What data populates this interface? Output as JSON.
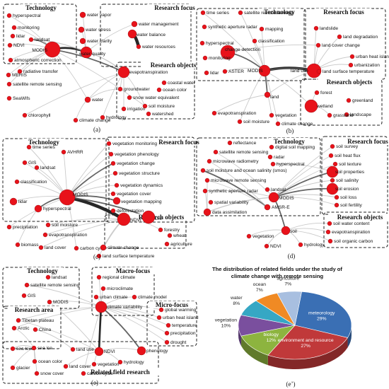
{
  "panels": [
    {
      "id": "a",
      "caption": "(a)",
      "boxes": [
        {
          "title": "Technology"
        },
        {
          "title": "Research focus"
        },
        {
          "title": "Research objects"
        }
      ],
      "nodes": [
        {
          "label": "hyperspectral"
        },
        {
          "label": "monitoring"
        },
        {
          "label": "lidar"
        },
        {
          "label": "landsat"
        },
        {
          "label": "NDVI"
        },
        {
          "label": "MODIS"
        },
        {
          "label": "atmospheric correction"
        },
        {
          "label": "MERIS"
        },
        {
          "label": "radiative transfer"
        },
        {
          "label": "satellite remote sensing"
        },
        {
          "label": "SeaWifs"
        },
        {
          "label": "water vapor"
        },
        {
          "label": "water stress"
        },
        {
          "label": "water clarity"
        },
        {
          "label": "water management"
        },
        {
          "label": "water balance"
        },
        {
          "label": "water quality"
        },
        {
          "label": "water resources"
        },
        {
          "label": "evapotranspiration"
        },
        {
          "label": "coastal water"
        },
        {
          "label": "groundwater"
        },
        {
          "label": "ocean color"
        },
        {
          "label": "snow water equivalent"
        },
        {
          "label": "irrigation"
        },
        {
          "label": "soil moisture"
        },
        {
          "label": "watershed"
        },
        {
          "label": "water"
        },
        {
          "label": "chlorophyll"
        },
        {
          "label": "climate change"
        },
        {
          "label": "hydrology"
        }
      ]
    },
    {
      "id": "b",
      "caption": "(b)",
      "boxes": [
        {
          "title": "Technology"
        },
        {
          "title": "Research focus"
        },
        {
          "title": "Research objects"
        }
      ],
      "nodes": [
        {
          "label": "time series"
        },
        {
          "label": "satellite remote sensing"
        },
        {
          "label": "synthetic aperture radar"
        },
        {
          "label": "mapping"
        },
        {
          "label": "hyperspectral"
        },
        {
          "label": "classification"
        },
        {
          "label": "change detection"
        },
        {
          "label": "monitoring"
        },
        {
          "label": "lidar"
        },
        {
          "label": "ASTER"
        },
        {
          "label": "MODIS"
        },
        {
          "label": "landslide"
        },
        {
          "label": "land degradation"
        },
        {
          "label": "land cover change"
        },
        {
          "label": "land use"
        },
        {
          "label": "urban heat island"
        },
        {
          "label": "urbanization"
        },
        {
          "label": "land surface temperature"
        },
        {
          "label": "land"
        },
        {
          "label": "forest"
        },
        {
          "label": "greenland"
        },
        {
          "label": "wetland"
        },
        {
          "label": "landscape"
        },
        {
          "label": "grassland"
        },
        {
          "label": "evapotranspiration"
        },
        {
          "label": "vegetation"
        },
        {
          "label": "soil moisture"
        },
        {
          "label": "climate change"
        }
      ]
    },
    {
      "id": "c",
      "caption": "(c)",
      "boxes": [
        {
          "title": "Technology"
        },
        {
          "title": "Research focus"
        },
        {
          "title": "Research objects"
        }
      ],
      "nodes": [
        {
          "label": "time series"
        },
        {
          "label": "AVHRR"
        },
        {
          "label": "GIS"
        },
        {
          "label": "landsat"
        },
        {
          "label": "classification"
        },
        {
          "label": "MODIS"
        },
        {
          "label": "lidar"
        },
        {
          "label": "hyperspectral"
        },
        {
          "label": "vegetation monitoring"
        },
        {
          "label": "vegetation phenology"
        },
        {
          "label": "vegetation change"
        },
        {
          "label": "vegetation structure"
        },
        {
          "label": "vegetation dynamics"
        },
        {
          "label": "vegetation cover"
        },
        {
          "label": "vegetation mapping"
        },
        {
          "label": "deforestation"
        },
        {
          "label": "NDVI"
        },
        {
          "label": "LAI"
        },
        {
          "label": "forestry"
        },
        {
          "label": "wheat"
        },
        {
          "label": "agriculture"
        },
        {
          "label": "precipitation"
        },
        {
          "label": "soil moisture"
        },
        {
          "label": "evapotranspiration"
        },
        {
          "label": "biomass"
        },
        {
          "label": "land cover"
        },
        {
          "label": "carbon cycle"
        },
        {
          "label": "climate change"
        },
        {
          "label": "land surface temperature"
        }
      ]
    },
    {
      "id": "d",
      "caption": "(d)",
      "boxes": [
        {
          "title": "Technology"
        },
        {
          "title": "Research focus"
        },
        {
          "title": "Research objects"
        }
      ],
      "nodes": [
        {
          "label": "reflectance"
        },
        {
          "label": "digital soil mapping"
        },
        {
          "label": "satellite remote sensing"
        },
        {
          "label": "radar"
        },
        {
          "label": "microwave radiometry"
        },
        {
          "label": "hyperspectral"
        },
        {
          "label": "soil moisture and ocean salinity (smos)"
        },
        {
          "label": "microwave remote sensing"
        },
        {
          "label": "landsat"
        },
        {
          "label": "synthetic aperture radar"
        },
        {
          "label": "MODIS"
        },
        {
          "label": "spatial variability"
        },
        {
          "label": "AMSR-E"
        },
        {
          "label": "data assimilation"
        },
        {
          "label": "soil survey"
        },
        {
          "label": "soil heat flux"
        },
        {
          "label": "soil texture"
        },
        {
          "label": "soil properties"
        },
        {
          "label": "soil salinity"
        },
        {
          "label": "soil erosion"
        },
        {
          "label": "soil loss"
        },
        {
          "label": "soil fertility"
        },
        {
          "label": "soil water content"
        },
        {
          "label": "evapotranspiration"
        },
        {
          "label": "soil organic carbon"
        },
        {
          "label": "soil"
        },
        {
          "label": "vegetation"
        },
        {
          "label": "NDVI"
        },
        {
          "label": "hydrology"
        }
      ]
    },
    {
      "id": "e",
      "caption": "(e)",
      "boxes": [
        {
          "title": "Technology"
        },
        {
          "title": "Macro-focus"
        },
        {
          "title": "Micro-focus"
        },
        {
          "title": "Research area"
        },
        {
          "title": "Related field research"
        }
      ],
      "nodes": [
        {
          "label": "landsat"
        },
        {
          "label": "satellite remote sensing"
        },
        {
          "label": "GIS"
        },
        {
          "label": "MODIS"
        },
        {
          "label": "regional climate"
        },
        {
          "label": "microclimate"
        },
        {
          "label": "urban climate"
        },
        {
          "label": "climate model"
        },
        {
          "label": "climate variability"
        },
        {
          "label": "global warming"
        },
        {
          "label": "urban heat island"
        },
        {
          "label": "temperature"
        },
        {
          "label": "precipitation"
        },
        {
          "label": "drought"
        },
        {
          "label": "Tibetan plateau"
        },
        {
          "label": "Arctic"
        },
        {
          "label": "China"
        },
        {
          "label": "sea level"
        },
        {
          "label": "sea ice"
        },
        {
          "label": "glacier"
        },
        {
          "label": "ocean color"
        },
        {
          "label": "snow cover"
        },
        {
          "label": "land use"
        },
        {
          "label": "land cover"
        },
        {
          "label": "NDVI"
        },
        {
          "label": "vegetation"
        },
        {
          "label": "hydrology"
        },
        {
          "label": "phenology"
        },
        {
          "label": "carbon cycle"
        }
      ]
    }
  ],
  "pie": {
    "caption": "(e’)",
    "title_line1": "The distribution of related fields under the study of",
    "title_line2": "climate change with remote sensing",
    "chart_data": {
      "type": "pie",
      "title": "The distribution of related fields under the study of climate change with remote sensing",
      "categories": [
        "meteorology",
        "environment and resource",
        "biology",
        "vegetation",
        "water",
        "ocean",
        "agriculture"
      ],
      "values": [
        29,
        27,
        12,
        10,
        8,
        7,
        7
      ],
      "labels": [
        "29%",
        "27%",
        "12%",
        "10%",
        "8%",
        "7%",
        "7%"
      ],
      "colors": [
        "#3a6fb4",
        "#c0393a",
        "#8db43f",
        "#7a4f9e",
        "#36a7c4",
        "#f08a24",
        "#a8bfe0"
      ]
    }
  }
}
